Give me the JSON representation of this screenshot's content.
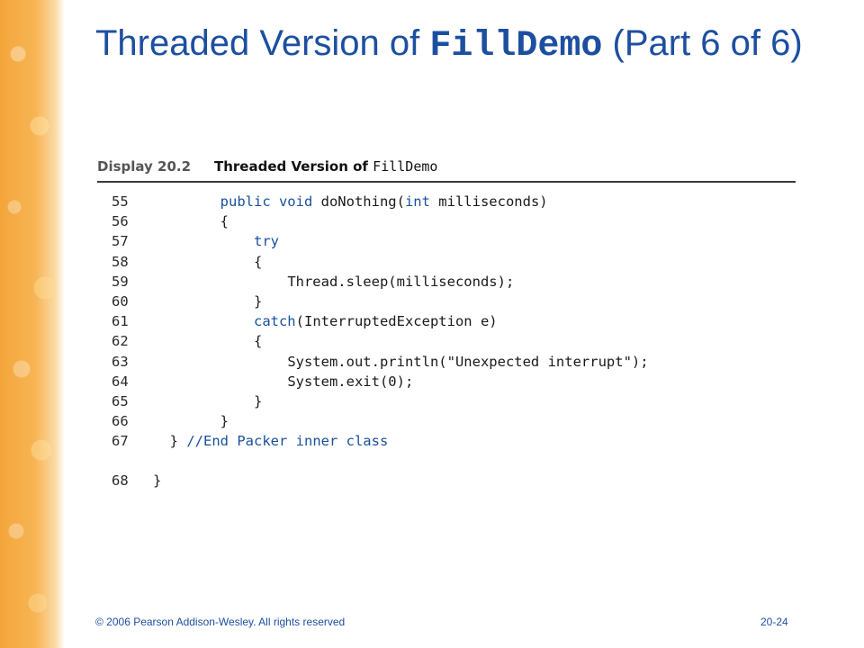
{
  "slide": {
    "title_prefix": "Threaded Version of ",
    "title_code": "FillDemo",
    "title_suffix": " (Part 6 of 6)"
  },
  "display": {
    "number": "Display 20.2",
    "caption_prefix": "Threaded Version of ",
    "caption_code": "FillDemo"
  },
  "code_lines": [
    {
      "num": "55",
      "indent": "        ",
      "parts": [
        {
          "t": "public void ",
          "k": true
        },
        {
          "t": "doNothing("
        },
        {
          "t": "int",
          "k": true
        },
        {
          "t": " milliseconds)"
        }
      ]
    },
    {
      "num": "56",
      "indent": "        ",
      "parts": [
        {
          "t": "{"
        }
      ]
    },
    {
      "num": "57",
      "indent": "            ",
      "parts": [
        {
          "t": "try",
          "k": true
        }
      ]
    },
    {
      "num": "58",
      "indent": "            ",
      "parts": [
        {
          "t": "{"
        }
      ]
    },
    {
      "num": "59",
      "indent": "                ",
      "parts": [
        {
          "t": "Thread.sleep(milliseconds);"
        }
      ]
    },
    {
      "num": "60",
      "indent": "            ",
      "parts": [
        {
          "t": "}"
        }
      ]
    },
    {
      "num": "61",
      "indent": "            ",
      "parts": [
        {
          "t": "catch",
          "k": true
        },
        {
          "t": "(InterruptedException e)"
        }
      ]
    },
    {
      "num": "62",
      "indent": "            ",
      "parts": [
        {
          "t": "{"
        }
      ]
    },
    {
      "num": "63",
      "indent": "                ",
      "parts": [
        {
          "t": "System.out.println(\"Unexpected interrupt\");"
        }
      ]
    },
    {
      "num": "64",
      "indent": "                ",
      "parts": [
        {
          "t": "System.exit(0);"
        }
      ]
    },
    {
      "num": "65",
      "indent": "            ",
      "parts": [
        {
          "t": "}"
        }
      ]
    },
    {
      "num": "66",
      "indent": "        ",
      "parts": [
        {
          "t": "}"
        }
      ]
    },
    {
      "num": "67",
      "indent": "  ",
      "parts": [
        {
          "t": "} "
        },
        {
          "t": "//End Packer inner class",
          "c": true
        }
      ]
    },
    {
      "num": "68",
      "indent": "",
      "gap": true,
      "parts": [
        {
          "t": "}"
        }
      ]
    }
  ],
  "footer": {
    "copyright": "© 2006 Pearson Addison-Wesley. All rights reserved",
    "page": "20-24"
  }
}
